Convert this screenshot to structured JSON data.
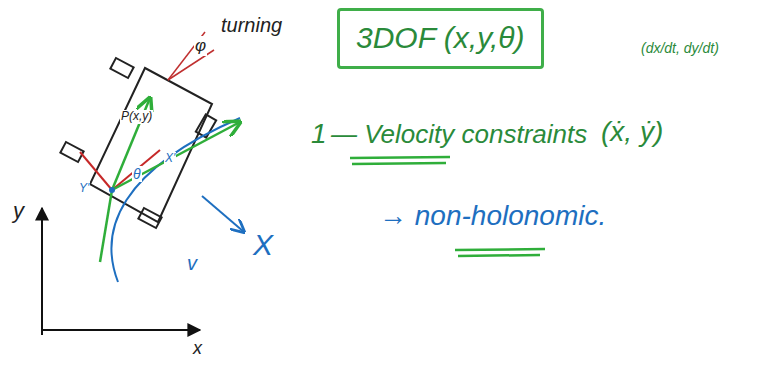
{
  "diagram": {
    "nodes": [
      {
        "text": [
          "3DOF (x,y,θ)"
        ]
      }
    ],
    "labels": [
      "turning",
      "φ",
      "P(x,y)",
      "X'",
      "Y'",
      "θ",
      "v",
      "X",
      "y",
      "x",
      "1",
      "— Velocity constraints",
      "(ẋ, ẏ)",
      "(dx/dt, dy/dt)",
      "→ non-holonomic."
    ]
  }
}
